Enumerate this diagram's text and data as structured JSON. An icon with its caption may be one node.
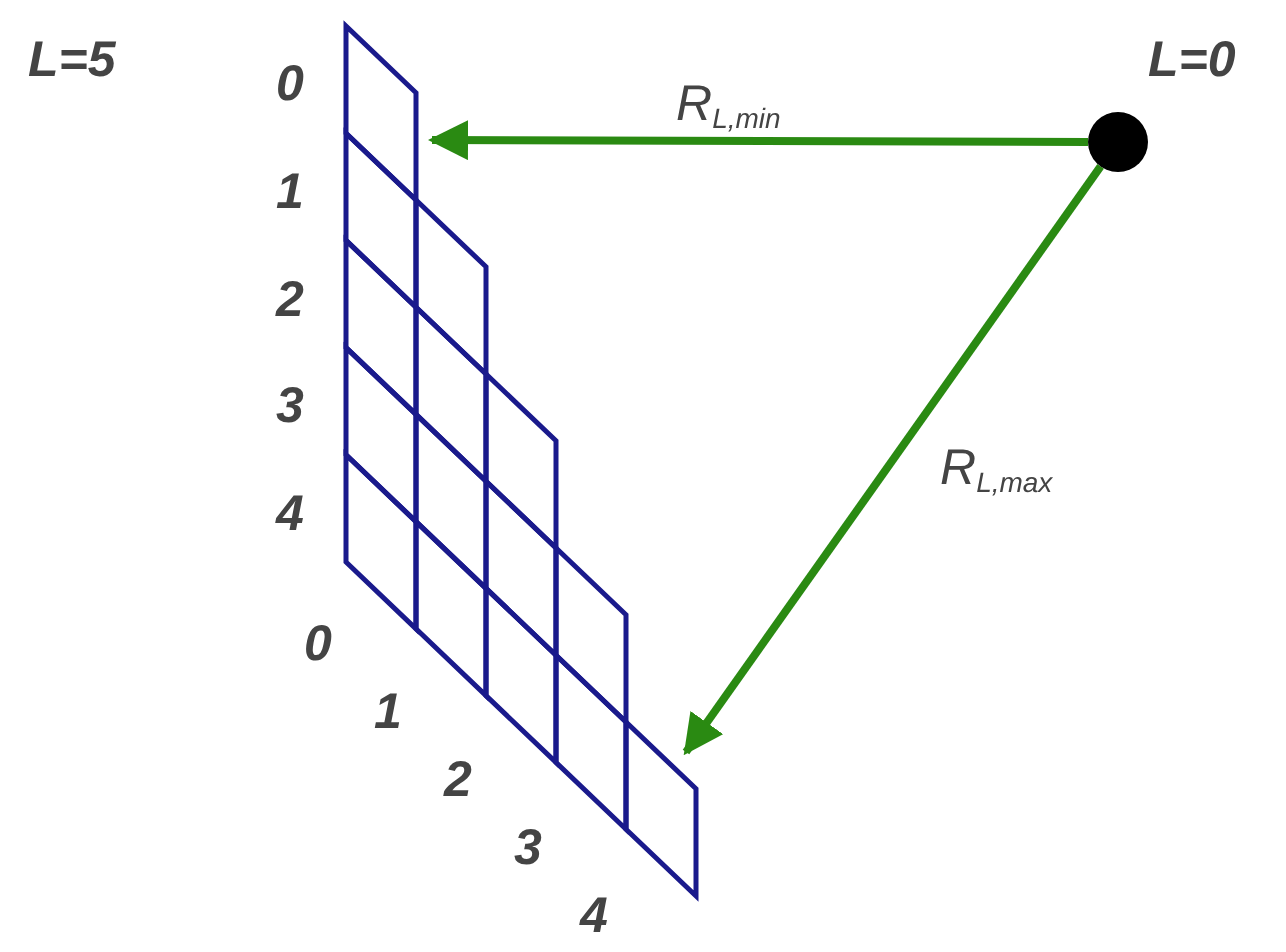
{
  "diagram": {
    "nodes": [
      {
        "text": [],
        "shape": "circle"
      },
      {
        "text": [],
        "shape": "grid"
      }
    ],
    "edges": [
      {
        "from": 0,
        "to": 1,
        "arrow": "to",
        "label": "R$_{L,min}$"
      },
      {
        "from": 0,
        "to": 1,
        "arrow": "to",
        "label": "R$_{L,max}$"
      }
    ],
    "labels": [
      "L=5",
      "L=0",
      "0",
      "1",
      "2",
      "3",
      "4",
      "0",
      "1",
      "2",
      "3",
      "4"
    ]
  }
}
